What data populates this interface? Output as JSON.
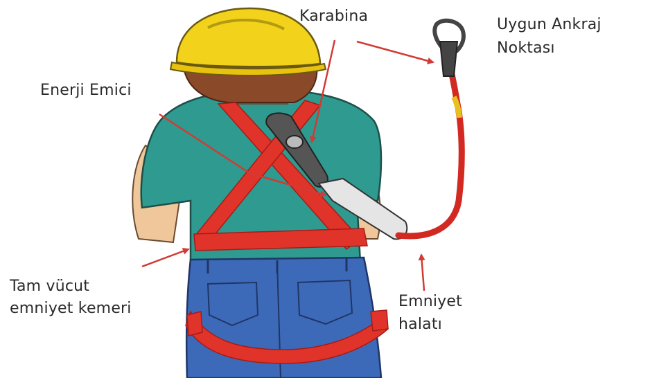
{
  "labels": {
    "carabiner": "Karabina",
    "anchor_line1": "Uygun Ankraj",
    "anchor_line2": "Noktası",
    "absorber": "Enerji Emici",
    "harness_line1": "Tam vücut",
    "harness_line2": "emniyet kemeri",
    "lanyard_line1": "Emniyet",
    "lanyard_line2": "halatı"
  },
  "colors": {
    "helmet": "#f2d21a",
    "shirt": "#2f9a8f",
    "jeans": "#3d6ab8",
    "strap": "#e0342b",
    "skin": "#f0c79a",
    "hair": "#8a4a2a",
    "leader": "#d23a34",
    "text": "#2a2a2a"
  }
}
